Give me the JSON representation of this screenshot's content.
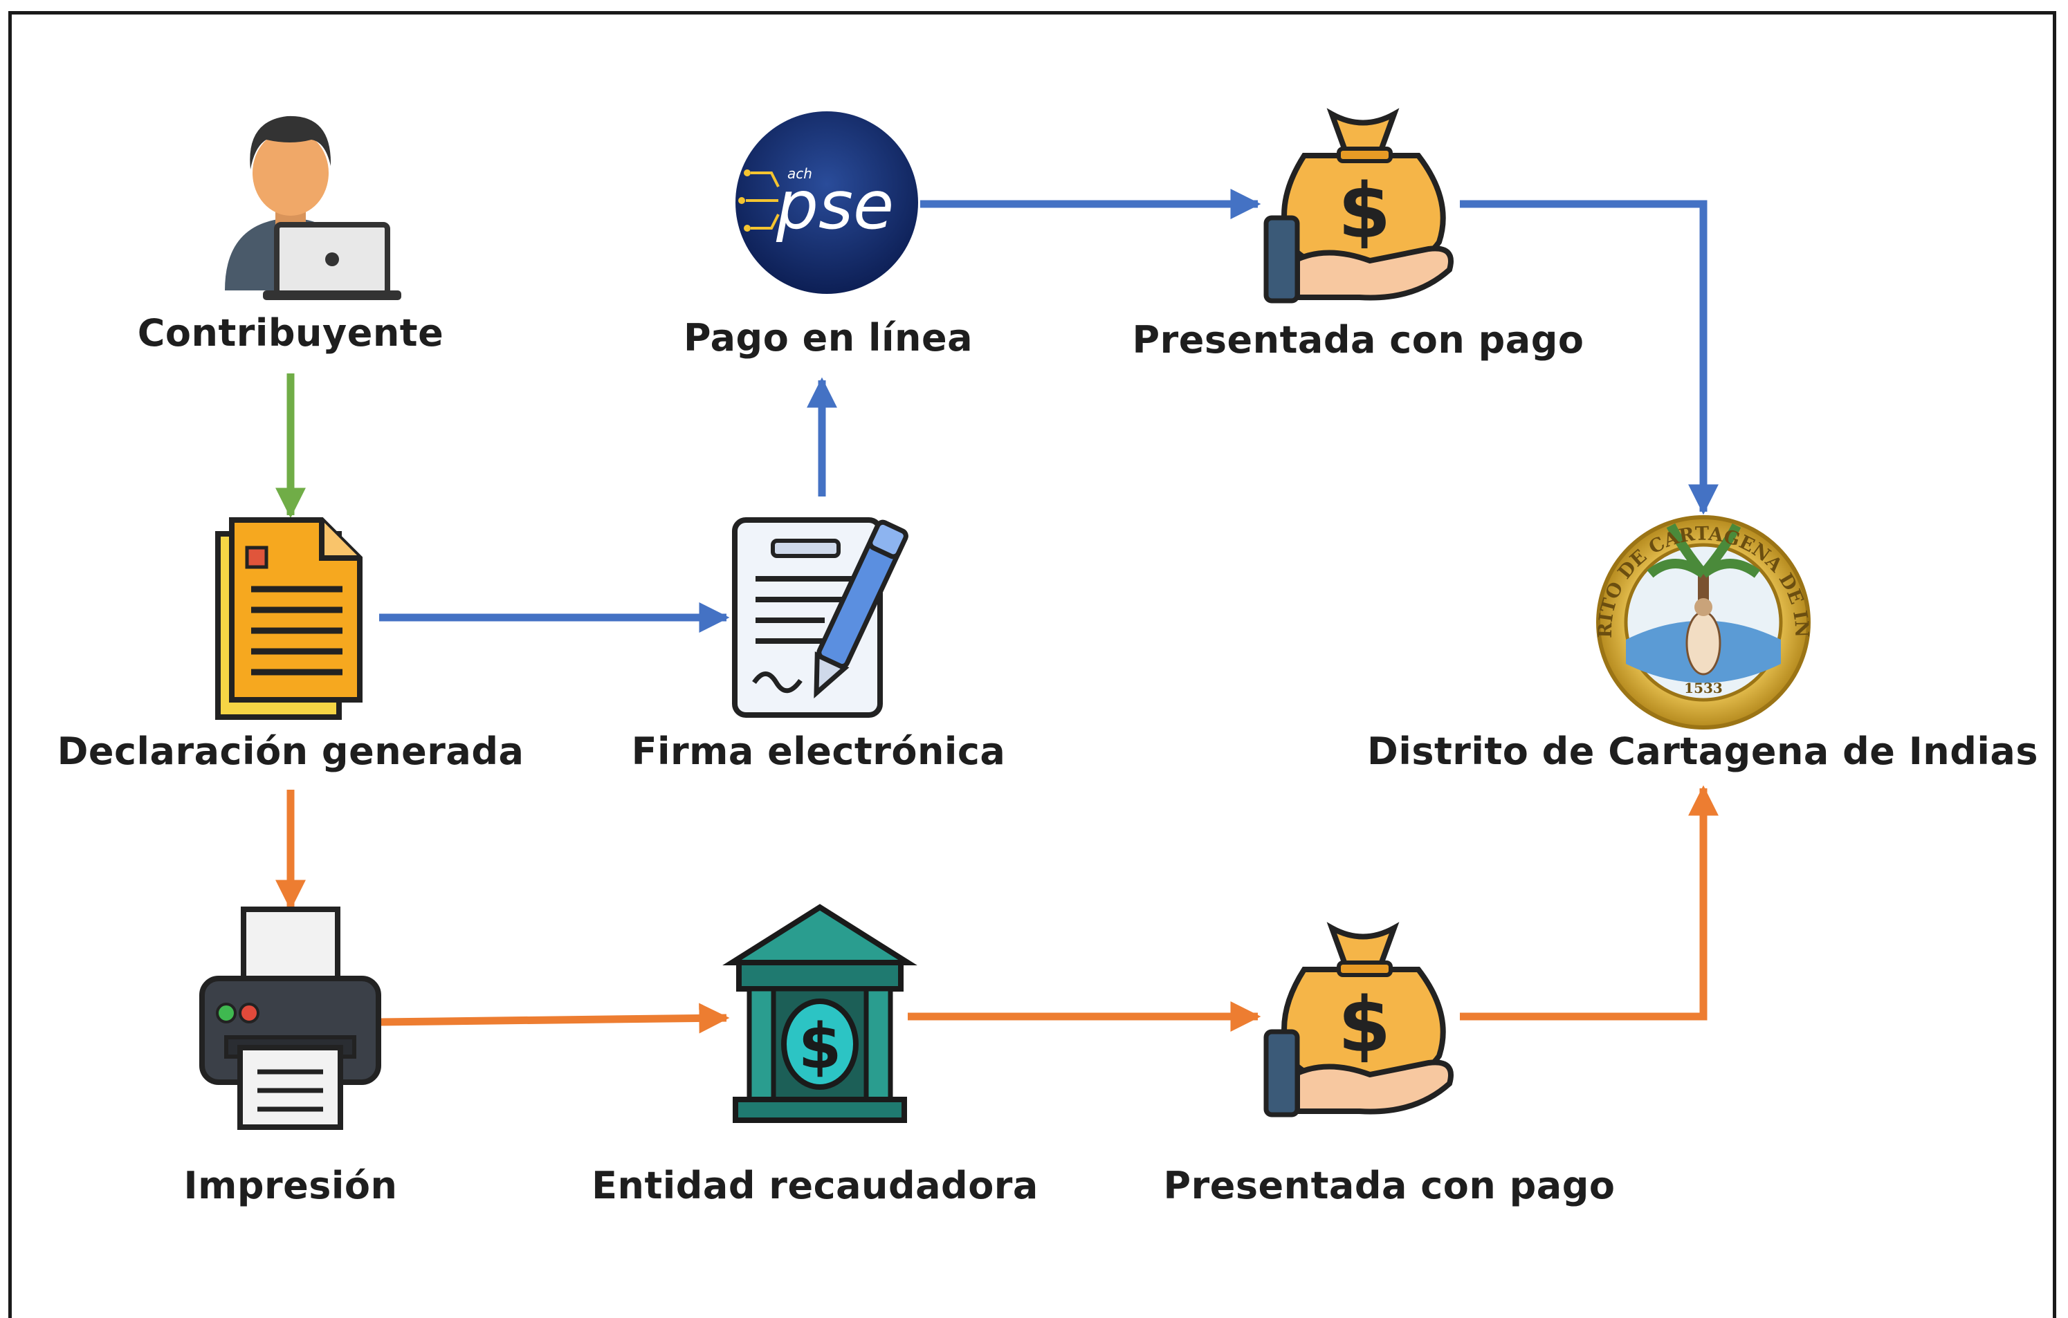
{
  "nodes": {
    "contribuyente": "Contribuyente",
    "declaracion": "Declaración generada",
    "firma": "Firma electrónica",
    "pago_linea": "Pago en línea",
    "presentada_top": "Presentada con pago",
    "distrito": "Distrito de Cartagena de Indias",
    "impresion": "Impresión",
    "entidad": "Entidad recaudadora",
    "presentada_bottom": "Presentada con pago"
  },
  "logos": {
    "pse_small": "ach",
    "pse_main": "pse",
    "seal_ring": "DISTRITO DE CARTAGENA DE INDIAS",
    "seal_year": "1533"
  },
  "colors": {
    "green": "#70ad47",
    "blue": "#4472c4",
    "orange": "#ed7d31"
  }
}
